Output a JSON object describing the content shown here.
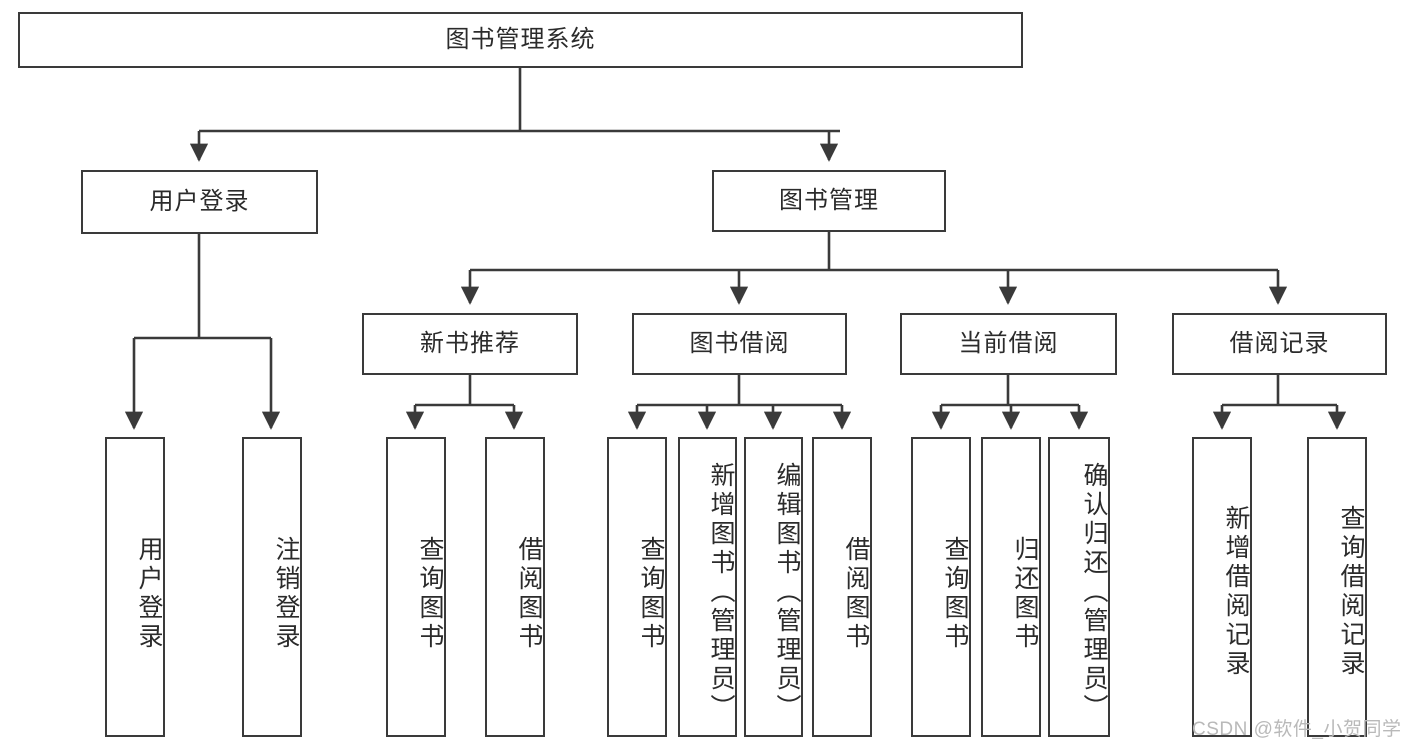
{
  "diagram": {
    "title_node": {
      "label": "图书管理系统"
    },
    "level2": [
      {
        "id": "user-login",
        "label": "用户登录"
      },
      {
        "id": "book-manage",
        "label": "图书管理"
      }
    ],
    "level3": [
      {
        "id": "new-book-recommend",
        "label": "新书推荐"
      },
      {
        "id": "book-borrow",
        "label": "图书借阅"
      },
      {
        "id": "current-borrow",
        "label": "当前借阅"
      },
      {
        "id": "borrow-record",
        "label": "借阅记录"
      }
    ],
    "leaves": {
      "user-login": [
        {
          "id": "leaf-user-login",
          "label": "用户登录"
        },
        {
          "id": "leaf-logout-login",
          "label": "注销登录"
        }
      ],
      "new-book-recommend": [
        {
          "id": "leaf-query-book-1",
          "label": "查询图书"
        },
        {
          "id": "leaf-borrow-book-1",
          "label": "借阅图书"
        }
      ],
      "book-borrow": [
        {
          "id": "leaf-query-book-2",
          "label": "查询图书"
        },
        {
          "id": "leaf-add-book",
          "label": "新增图书（管理员）"
        },
        {
          "id": "leaf-edit-book",
          "label": "编辑图书（管理员）"
        },
        {
          "id": "leaf-borrow-book-2",
          "label": "借阅图书"
        }
      ],
      "current-borrow": [
        {
          "id": "leaf-query-book-3",
          "label": "查询图书"
        },
        {
          "id": "leaf-return-book",
          "label": "归还图书"
        },
        {
          "id": "leaf-confirm-return",
          "label": "确认归还（管理员）"
        }
      ],
      "borrow-record": [
        {
          "id": "leaf-add-record",
          "label": "新增借阅记录"
        },
        {
          "id": "leaf-query-record",
          "label": "查询借阅记录"
        }
      ]
    }
  },
  "watermark": {
    "text": "CSDN @软件_小贺同学"
  },
  "colors": {
    "stroke": "#3a3a3a",
    "text": "#2b2b2b",
    "background": "#ffffff",
    "watermark": "#b9b9b9"
  }
}
